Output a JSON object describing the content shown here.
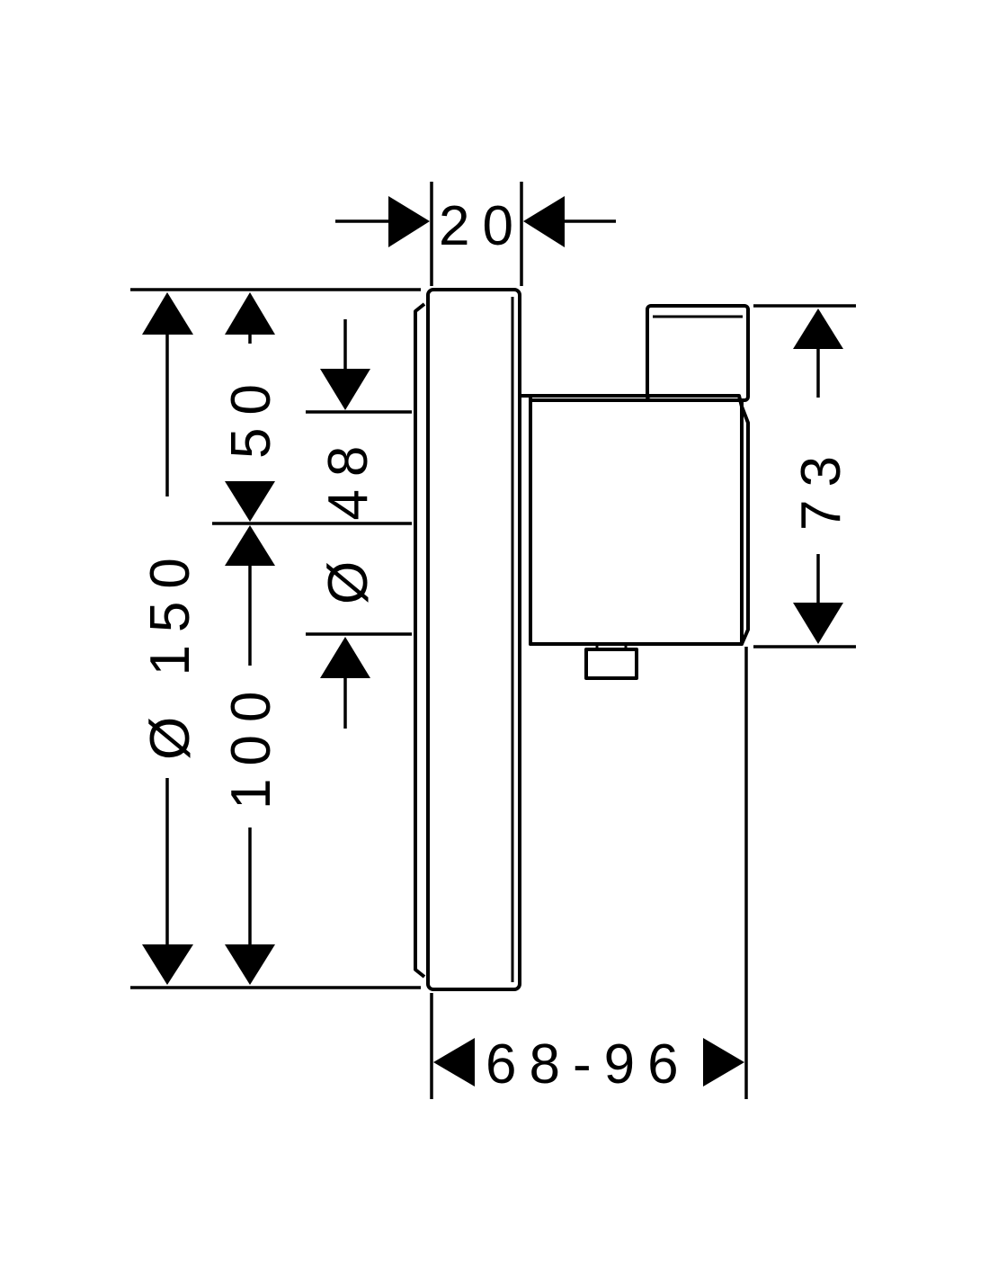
{
  "dimensions": {
    "thickness": "20",
    "total_diameter": "Ø 150",
    "upper_offset": "50",
    "lower_height": "100",
    "inner_diameter": "Ø 48",
    "body_height": "73",
    "depth_range": "68-96"
  }
}
